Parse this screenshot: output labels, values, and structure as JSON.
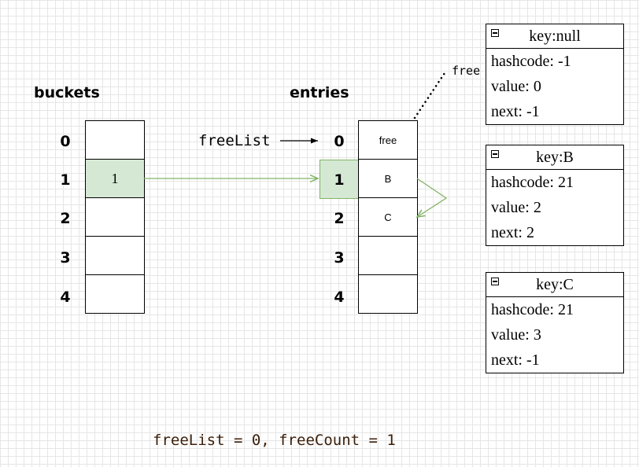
{
  "headings": {
    "buckets": "buckets",
    "entries": "entries"
  },
  "bucket_indices": [
    "0",
    "1",
    "2",
    "3",
    "4"
  ],
  "entry_indices": [
    "0",
    "1",
    "2",
    "3",
    "4"
  ],
  "buckets": [
    "",
    "1",
    "",
    "",
    ""
  ],
  "entries": [
    "free",
    "B",
    "C",
    "",
    ""
  ],
  "labels": {
    "free_list": "freeList",
    "free_pointer": "free"
  },
  "cards": [
    {
      "title": "key:null",
      "hashcode": "hashcode: -1",
      "value": "value: 0",
      "next": "next: -1"
    },
    {
      "title": "key:B",
      "hashcode": "hashcode: 21",
      "value": "value: 2",
      "next": "next: 2"
    },
    {
      "title": "key:C",
      "hashcode": "hashcode: 21",
      "value": "value: 3",
      "next": "next: -1"
    }
  ],
  "footer": "freeList = 0, freeCount = 1",
  "colors": {
    "highlight_fill": "#d5e8d4",
    "highlight_stroke": "#82b366",
    "footer_text": "#3b1e08"
  }
}
